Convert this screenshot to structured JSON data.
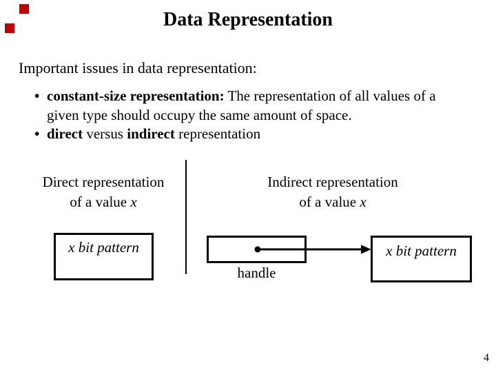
{
  "slide": {
    "title": "Data Representation",
    "page_number": "4",
    "accent_color": "#c00000"
  },
  "intro": "Important issues in data representation:",
  "bullet_char": "•",
  "bullets": [
    {
      "segments": [
        {
          "text": "constant-size representation:",
          "bold": true
        },
        {
          "text": " The representation of all values of a given type should occupy the same amount of space.",
          "bold": false
        }
      ]
    },
    {
      "segments": [
        {
          "text": "direct",
          "bold": true
        },
        {
          "text": " versus ",
          "bold": false
        },
        {
          "text": "indirect",
          "bold": true
        },
        {
          "text": " representation",
          "bold": false
        }
      ]
    }
  ],
  "columns": {
    "left": {
      "lines": [
        [
          {
            "text": "Direct representation"
          }
        ],
        [
          {
            "text": "of a value "
          },
          {
            "text": "x",
            "italic": true
          }
        ]
      ]
    },
    "right": {
      "lines": [
        [
          {
            "text": "Indirect representation"
          }
        ],
        [
          {
            "text": "of a value "
          },
          {
            "text": "x",
            "italic": true
          }
        ]
      ]
    }
  },
  "diagram": {
    "left_box_label": "x bit pattern",
    "right_box_label": "x bit pattern",
    "handle_label": "handle"
  }
}
